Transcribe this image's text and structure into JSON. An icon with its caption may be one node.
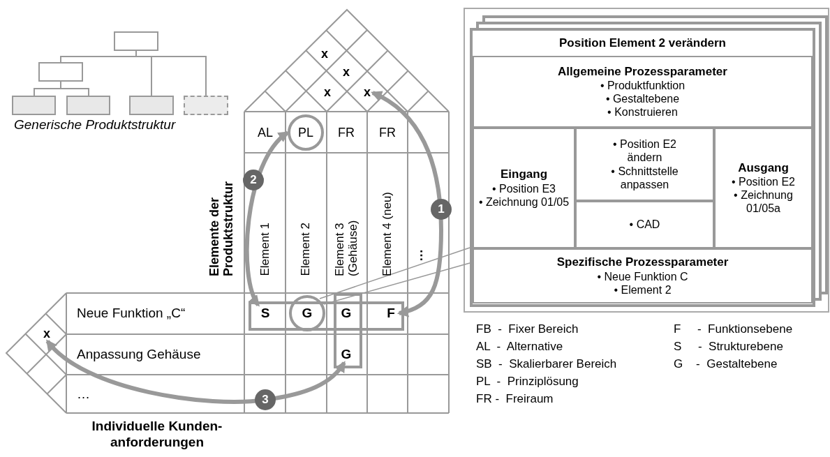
{
  "diagram": {
    "nodes": [
      {
        "text": [],
        "shape": "box"
      },
      {
        "text": [],
        "shape": "box"
      },
      {
        "text": [],
        "shape": "box"
      },
      {
        "text": [],
        "shape": "box"
      },
      {
        "text": [],
        "shape": "box"
      },
      {
        "text": [],
        "shape": "box"
      },
      {
        "text": [
          "x"
        ]
      },
      {
        "text": [
          "PL"
        ]
      },
      {
        "text": [
          "S"
        ]
      },
      {
        "text": [
          "G"
        ]
      },
      {
        "text": [
          "F"
        ]
      },
      {
        "text": [
          "G"
        ]
      },
      {
        "text": [
          "x"
        ]
      },
      {
        "text": [
          "Position Element 2 verändern"
        ]
      },
      {
        "text": [
          "Allgemeine Prozessparameter",
          "• Produktfunktion",
          "• Gestaltebene",
          "• Konstruieren"
        ],
        "in": 13
      },
      {
        "text": [
          "Eingang",
          "• Position E3",
          "• Zeichnung 01/05"
        ],
        "in": 13
      },
      {
        "text": [
          "• Position E2 ändern",
          "• Schnittstelle anpassen"
        ],
        "in": 13
      },
      {
        "text": [
          "• CAD"
        ],
        "in": 13
      },
      {
        "text": [
          "Ausgang",
          "• Position E2",
          "• Zeichnung 01/05a"
        ],
        "in": 13
      },
      {
        "text": [
          "Spezifische Prozessparameter",
          "• Neue Funktion C",
          "• Element 2"
        ],
        "in": 13
      }
    ],
    "edges": [
      {
        "from": 0,
        "to": 1,
        "arrow": "none"
      },
      {
        "from": 0,
        "to": 4,
        "arrow": "none"
      },
      {
        "from": 0,
        "to": 5,
        "arrow": "none"
      },
      {
        "from": 1,
        "to": 2,
        "arrow": "none"
      },
      {
        "from": 1,
        "to": 3,
        "arrow": "none"
      },
      {
        "from": 10,
        "to": 6,
        "arrow": "both",
        "label": "1",
        "style": "thick"
      },
      {
        "from": 7,
        "to": 8,
        "arrow": "both",
        "label": "2",
        "style": "thick"
      },
      {
        "from": 12,
        "to": 11,
        "arrow": "both",
        "label": "3",
        "style": "thick"
      },
      {
        "from": 9,
        "to": 13,
        "arrow": "none"
      }
    ],
    "labels": [
      "x",
      "x",
      "x",
      "Generische Produktstruktur",
      "AL",
      "FR",
      "FR",
      "Elemente der Produktstruktur",
      "Element 1",
      "Element 2",
      "Element 3 (Gehäuse)",
      "Element 4 (neu)",
      "…",
      "Neue Funktion „C“",
      "G",
      "Anpassung Gehäuse",
      "…",
      "Individuelle Kunden-anforderungen",
      "FB  -  Fixer Bereich",
      "F     -  Funktionsebene",
      "AL  -  Alternative",
      "S     -  Strukturebene",
      "SB  -  Skalierbarer Bereich",
      "G    -  Gestaltebene",
      "PL  -  Prinziplösung",
      "FR -  Freiraum"
    ]
  }
}
